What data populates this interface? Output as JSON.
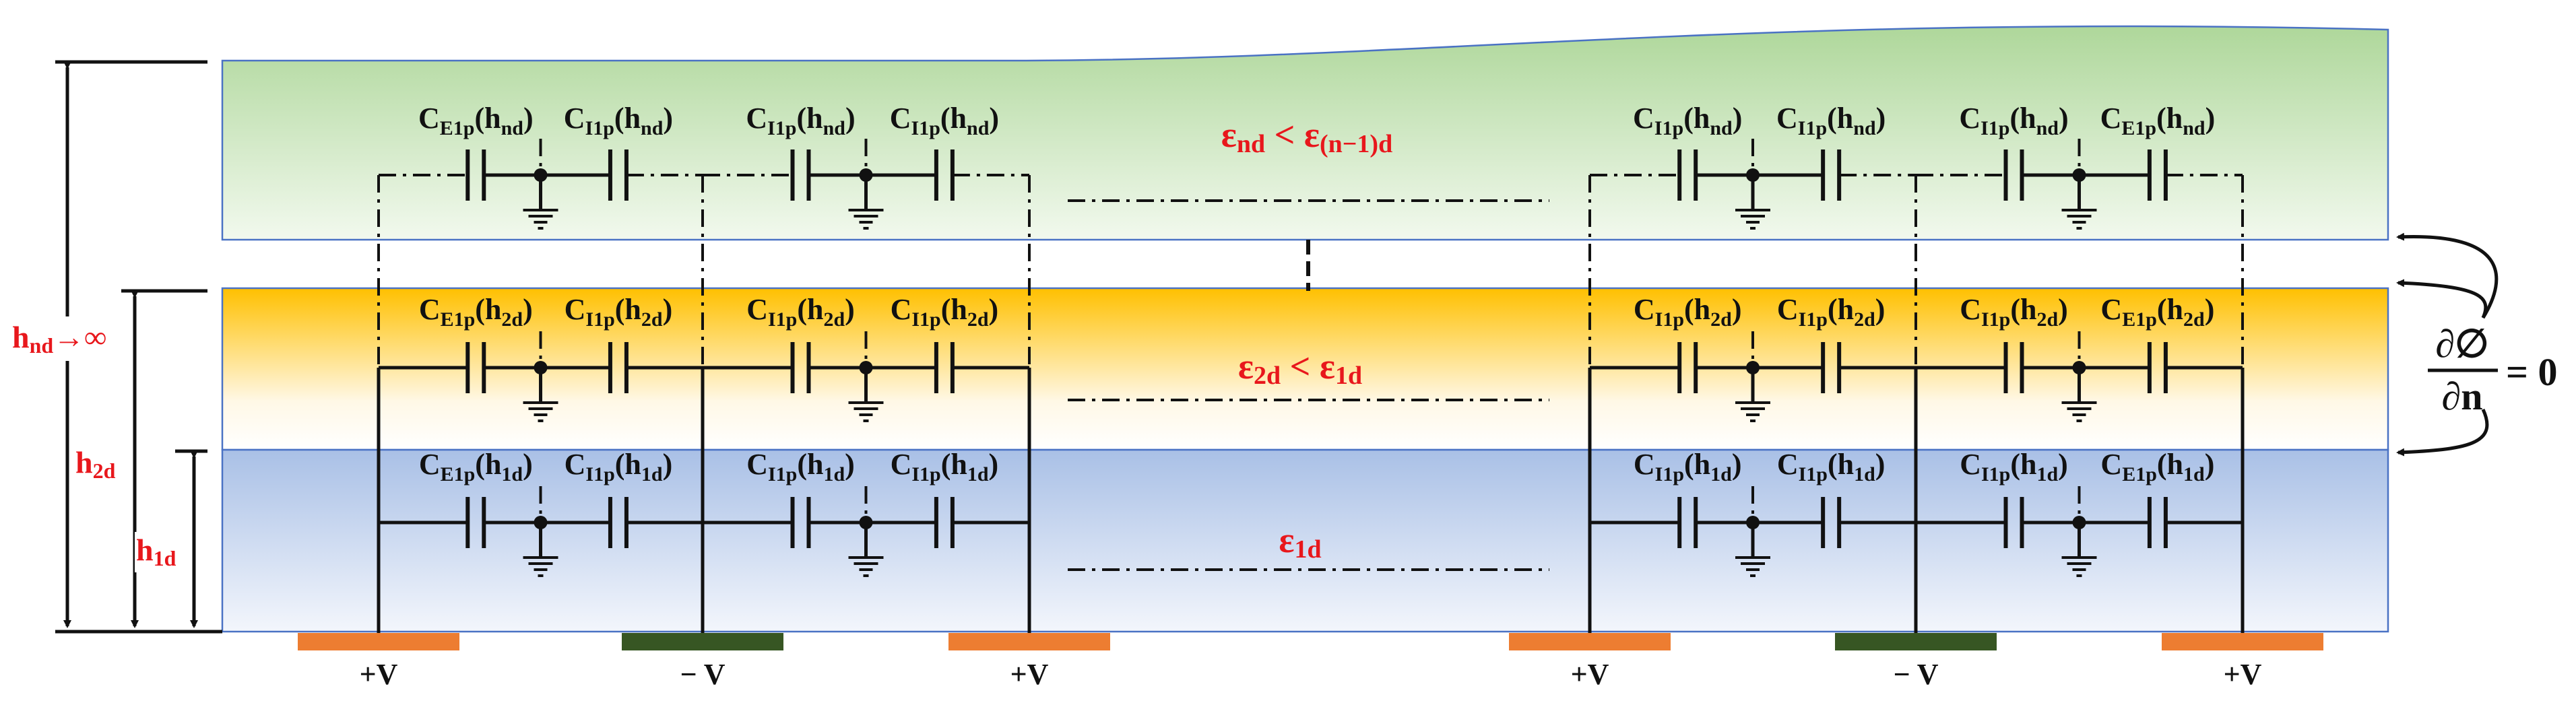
{
  "colors": {
    "top_layer": "#aed79a",
    "middle_layer": "#ffc000",
    "bottom_layer": "#a9c0e6",
    "electrode_positive": "#ed7d31",
    "electrode_negative": "#375623",
    "accent_text": "#e8171c",
    "layer_border": "#4a72c4"
  },
  "layers": {
    "nd": {
      "caps_left": [
        {
          "main": "C",
          "sub": "E1p",
          "arg": "h",
          "arg_sub": "nd"
        },
        {
          "main": "C",
          "sub": "I1p",
          "arg": "h",
          "arg_sub": "nd"
        },
        {
          "main": "C",
          "sub": "I1p",
          "arg": "h",
          "arg_sub": "nd"
        },
        {
          "main": "C",
          "sub": "I1p",
          "arg": "h",
          "arg_sub": "nd"
        }
      ],
      "caps_right": [
        {
          "main": "C",
          "sub": "I1p",
          "arg": "h",
          "arg_sub": "nd"
        },
        {
          "main": "C",
          "sub": "I1p",
          "arg": "h",
          "arg_sub": "nd"
        },
        {
          "main": "C",
          "sub": "I1p",
          "arg": "h",
          "arg_sub": "nd"
        },
        {
          "main": "C",
          "sub": "E1p",
          "arg": "h",
          "arg_sub": "nd"
        }
      ],
      "permittivity": {
        "a": "ε",
        "a_sub": "nd",
        "op": " < ",
        "b": "ε",
        "b_sub": "(n−1)d"
      }
    },
    "2d": {
      "caps_left": [
        {
          "main": "C",
          "sub": "E1p",
          "arg": "h",
          "arg_sub": "2d"
        },
        {
          "main": "C",
          "sub": "I1p",
          "arg": "h",
          "arg_sub": "2d"
        },
        {
          "main": "C",
          "sub": "I1p",
          "arg": "h",
          "arg_sub": "2d"
        },
        {
          "main": "C",
          "sub": "I1p",
          "arg": "h",
          "arg_sub": "2d"
        }
      ],
      "caps_right": [
        {
          "main": "C",
          "sub": "I1p",
          "arg": "h",
          "arg_sub": "2d"
        },
        {
          "main": "C",
          "sub": "I1p",
          "arg": "h",
          "arg_sub": "2d"
        },
        {
          "main": "C",
          "sub": "I1p",
          "arg": "h",
          "arg_sub": "2d"
        },
        {
          "main": "C",
          "sub": "E1p",
          "arg": "h",
          "arg_sub": "2d"
        }
      ],
      "permittivity": {
        "a": "ε",
        "a_sub": "2d",
        "op": " < ",
        "b": "ε",
        "b_sub": "1d"
      }
    },
    "1d": {
      "caps_left": [
        {
          "main": "C",
          "sub": "E1p",
          "arg": "h",
          "arg_sub": "1d"
        },
        {
          "main": "C",
          "sub": "I1p",
          "arg": "h",
          "arg_sub": "1d"
        },
        {
          "main": "C",
          "sub": "I1p",
          "arg": "h",
          "arg_sub": "1d"
        },
        {
          "main": "C",
          "sub": "I1p",
          "arg": "h",
          "arg_sub": "1d"
        }
      ],
      "caps_right": [
        {
          "main": "C",
          "sub": "I1p",
          "arg": "h",
          "arg_sub": "1d"
        },
        {
          "main": "C",
          "sub": "I1p",
          "arg": "h",
          "arg_sub": "1d"
        },
        {
          "main": "C",
          "sub": "I1p",
          "arg": "h",
          "arg_sub": "1d"
        },
        {
          "main": "C",
          "sub": "E1p",
          "arg": "h",
          "arg_sub": "1d"
        }
      ],
      "permittivity": {
        "a": "ε",
        "a_sub": "1d"
      }
    }
  },
  "heights": {
    "nd": {
      "main": "h",
      "sub": "nd",
      "suffix": "→∞"
    },
    "2d": {
      "main": "h",
      "sub": "2d"
    },
    "1d": {
      "main": "h",
      "sub": "1d"
    }
  },
  "electrodes": [
    {
      "polarity": "positive",
      "label": "+V"
    },
    {
      "polarity": "negative",
      "label": "− V"
    },
    {
      "polarity": "positive",
      "label": "+V"
    },
    {
      "polarity": "positive",
      "label": "+V"
    },
    {
      "polarity": "negative",
      "label": "− V"
    },
    {
      "polarity": "positive",
      "label": "+V"
    }
  ],
  "boundary_condition": {
    "numerator": "∂∅",
    "denominator": "∂n",
    "rhs": "= 0"
  },
  "icons": [
    "ground-icon",
    "capacitor-icon",
    "curved-arrow-icon"
  ]
}
